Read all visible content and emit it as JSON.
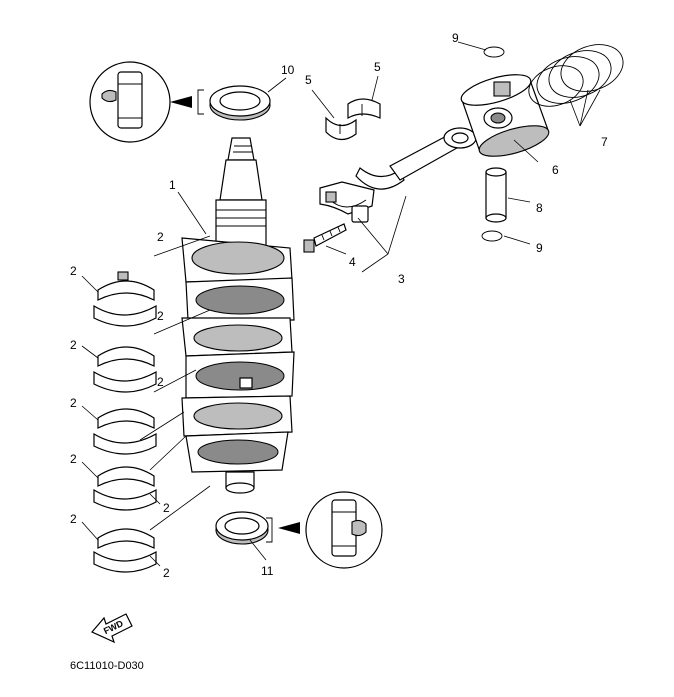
{
  "diagram": {
    "part_numbers": [
      "1",
      "2",
      "3",
      "4",
      "5",
      "6",
      "7",
      "8",
      "9",
      "10",
      "11"
    ],
    "main_bearing_label": "2",
    "circlip_label": "9",
    "half_bearing_label": "5",
    "fwd_label": "FWD",
    "drawing_code": "6C11010-D030"
  }
}
